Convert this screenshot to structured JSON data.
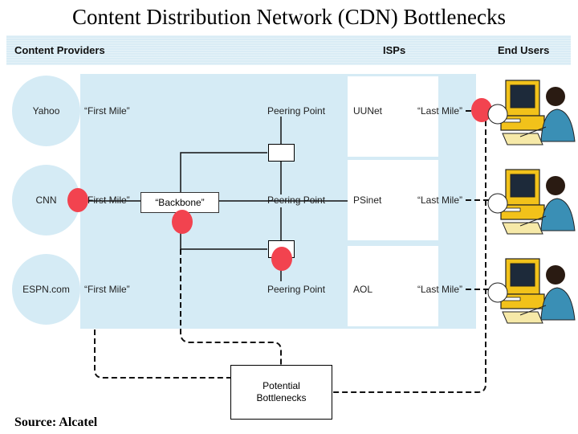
{
  "title": "Content Distribution Network (CDN) Bottlenecks",
  "columns": {
    "providers": "Content Providers",
    "isps": "ISPs",
    "users": "End Users"
  },
  "providers": [
    "Yahoo",
    "CNN",
    "ESPN.com"
  ],
  "first_mile": "“First Mile”",
  "backbone": "“Backbone”",
  "peering_point": "Peering Point",
  "isps": [
    "UUNet",
    "PSinet",
    "AOL"
  ],
  "last_mile": "“Last Mile”",
  "bottlenecks_label": "Potential Bottlenecks",
  "source": "Source: Alcatel",
  "colors": {
    "band": "#d9ecf5",
    "panel": "#d5ebf5",
    "bottleneck": "#f2434f"
  },
  "icons": {
    "end_user": "user-at-computer-icon",
    "bottleneck": "red-circle-marker"
  }
}
